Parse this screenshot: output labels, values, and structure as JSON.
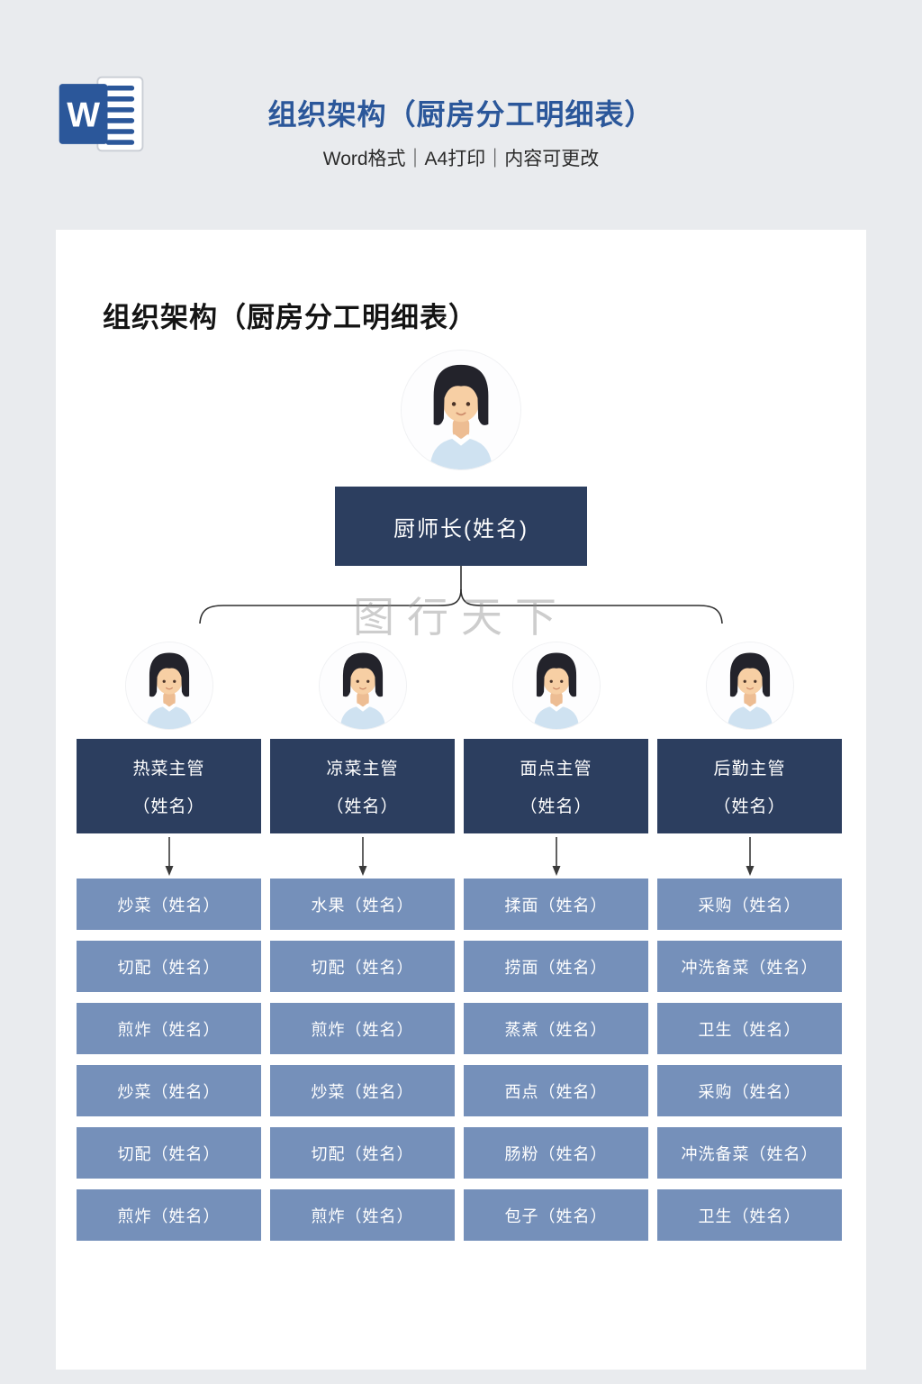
{
  "header": {
    "title": "组织架构（厨房分工明细表）",
    "subtitle": "Word格式｜A4打印｜内容可更改",
    "word_icon_letter": "W"
  },
  "page": {
    "heading": "组织架构（厨房分工明细表）",
    "watermark": "图行天下",
    "chief": {
      "label": "厨师长(姓名)"
    },
    "columns": [
      {
        "manager": "热菜主管",
        "manager_name": "（姓名）",
        "items": [
          "炒菜（姓名）",
          "切配（姓名）",
          "煎炸（姓名）",
          "炒菜（姓名）",
          "切配（姓名）",
          "煎炸（姓名）"
        ]
      },
      {
        "manager": "凉菜主管",
        "manager_name": "（姓名）",
        "items": [
          "水果（姓名）",
          "切配（姓名）",
          "煎炸（姓名）",
          "炒菜（姓名）",
          "切配（姓名）",
          "煎炸（姓名）"
        ]
      },
      {
        "manager": "面点主管",
        "manager_name": "（姓名）",
        "items": [
          "揉面（姓名）",
          "捞面（姓名）",
          "蒸煮（姓名）",
          "西点（姓名）",
          "肠粉（姓名）",
          "包子（姓名）"
        ]
      },
      {
        "manager": "后勤主管",
        "manager_name": "（姓名）",
        "items": [
          "采购（姓名）",
          "冲洗备菜（姓名）",
          "卫生（姓名）",
          "采购（姓名）",
          "冲洗备菜（姓名）",
          "卫生（姓名）"
        ]
      }
    ],
    "colors": {
      "title_blue": "#2b579a",
      "navy_box": "#2c3e5f",
      "light_box": "#7590ba",
      "background": "#e9ebee"
    }
  }
}
